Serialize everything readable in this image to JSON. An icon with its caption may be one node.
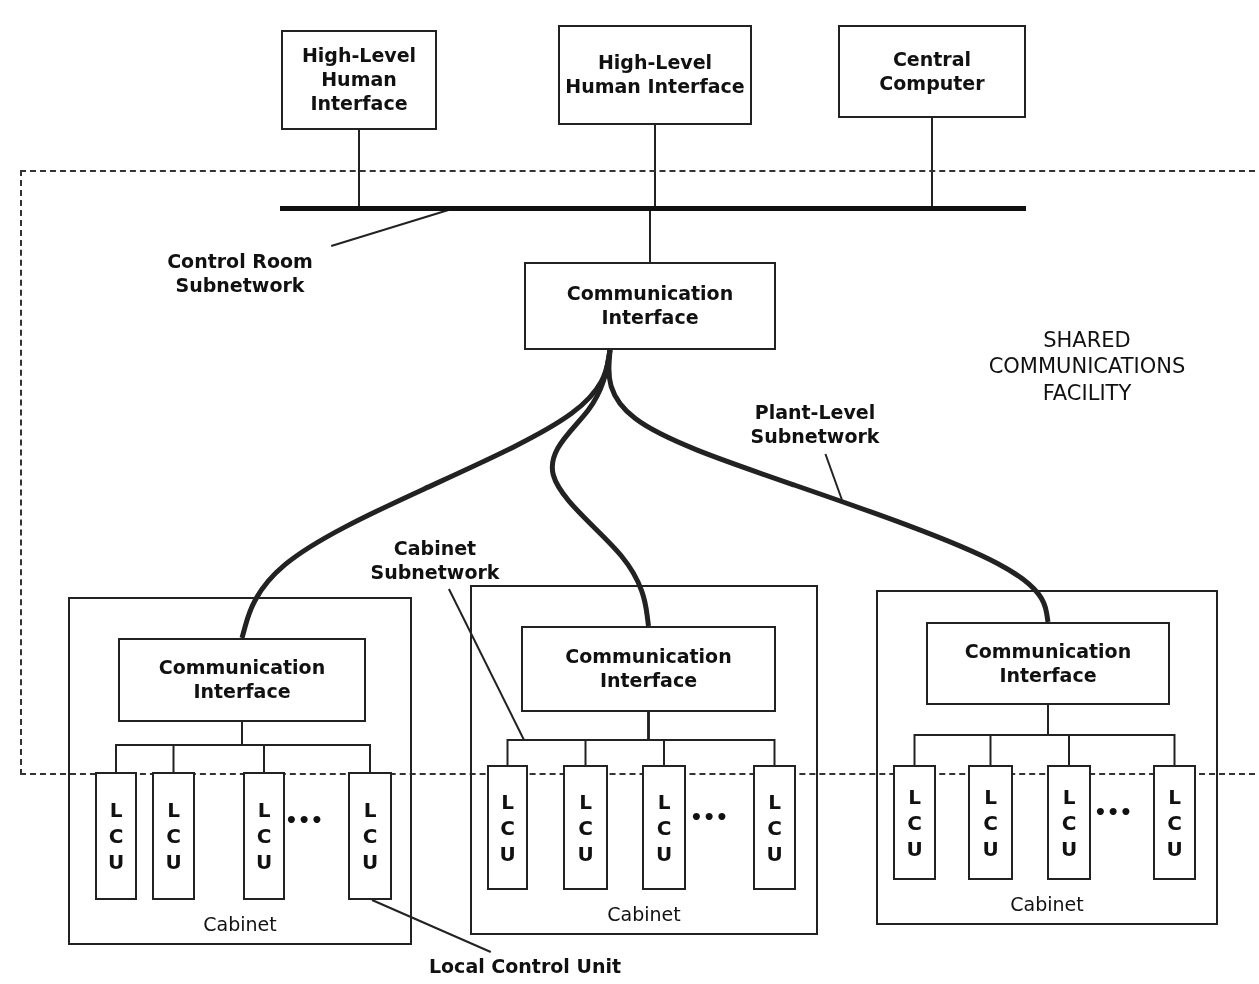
{
  "diagram": {
    "nodes": [
      {
        "text": [
          "High-Level Human Interface"
        ]
      },
      {
        "text": [
          "High-Level Human Interface"
        ]
      },
      {
        "text": [
          "Central Computer"
        ]
      },
      {
        "text": [
          "SHARED COMMUNICATIONS FACILITY"
        ]
      },
      {
        "text": [],
        "shape": "bar",
        "in": 3
      },
      {
        "text": [
          "Control Room Subnetwork"
        ],
        "in": 3
      },
      {
        "text": [
          "Communication Interface"
        ],
        "in": 3
      },
      {
        "text": [
          "Plant-Level Subnetwork"
        ],
        "in": 3
      },
      {
        "text": [
          "Cabinet Subnetwork"
        ],
        "in": 3
      },
      {
        "text": [
          "Cabinet"
        ]
      },
      {
        "text": [
          "Communication Interface"
        ]
      },
      {
        "text": [
          "LCU"
        ],
        "in": 9
      },
      {
        "text": [
          "LCU"
        ],
        "in": 9
      },
      {
        "text": [
          "LCU"
        ],
        "in": 9
      },
      {
        "text": [
          "LCU"
        ],
        "in": 9
      },
      {
        "text": [
          "Cabinet"
        ]
      },
      {
        "text": [
          "Communication Interface"
        ]
      },
      {
        "text": [
          "LCU"
        ],
        "in": 15
      },
      {
        "text": [
          "LCU"
        ],
        "in": 15
      },
      {
        "text": [
          "LCU"
        ],
        "in": 15
      },
      {
        "text": [
          "LCU"
        ],
        "in": 15
      },
      {
        "text": [
          "Cabinet"
        ]
      },
      {
        "text": [
          "Communication Interface"
        ]
      },
      {
        "text": [
          "LCU"
        ],
        "in": 21
      },
      {
        "text": [
          "LCU"
        ],
        "in": 21
      },
      {
        "text": [
          "LCU"
        ],
        "in": 21
      },
      {
        "text": [
          "LCU"
        ],
        "in": 21
      },
      {
        "text": [
          "Local Control Unit"
        ]
      }
    ],
    "edges": [
      {
        "from": 0,
        "to": 4,
        "arrow": "none"
      },
      {
        "from": 1,
        "to": 4,
        "arrow": "none"
      },
      {
        "from": 2,
        "to": 4,
        "arrow": "none"
      },
      {
        "from": 4,
        "to": 6,
        "arrow": "none"
      },
      {
        "from": 5,
        "to": 4,
        "arrow": "none"
      },
      {
        "from": 6,
        "to": 10,
        "arrow": "none",
        "style": "thick"
      },
      {
        "from": 6,
        "to": 16,
        "arrow": "none",
        "style": "thick"
      },
      {
        "from": 6,
        "to": 22,
        "arrow": "none",
        "style": "thick"
      },
      {
        "from": 7,
        "to": null,
        "arrow": "none"
      },
      {
        "from": 8,
        "to": null,
        "arrow": "none"
      },
      {
        "from": 10,
        "to": 11,
        "arrow": "none"
      },
      {
        "from": 10,
        "to": 12,
        "arrow": "none"
      },
      {
        "from": 10,
        "to": 13,
        "arrow": "none"
      },
      {
        "from": 10,
        "to": 14,
        "arrow": "none"
      },
      {
        "from": 16,
        "to": 17,
        "arrow": "none"
      },
      {
        "from": 16,
        "to": 18,
        "arrow": "none"
      },
      {
        "from": 16,
        "to": 19,
        "arrow": "none"
      },
      {
        "from": 16,
        "to": 20,
        "arrow": "none"
      },
      {
        "from": 22,
        "to": 23,
        "arrow": "none"
      },
      {
        "from": 22,
        "to": 24,
        "arrow": "none"
      },
      {
        "from": 22,
        "to": 25,
        "arrow": "none"
      },
      {
        "from": 22,
        "to": 26,
        "arrow": "none"
      },
      {
        "from": 27,
        "to": 14,
        "arrow": "none"
      }
    ],
    "labels": [
      "•••",
      "•••",
      "•••"
    ]
  }
}
